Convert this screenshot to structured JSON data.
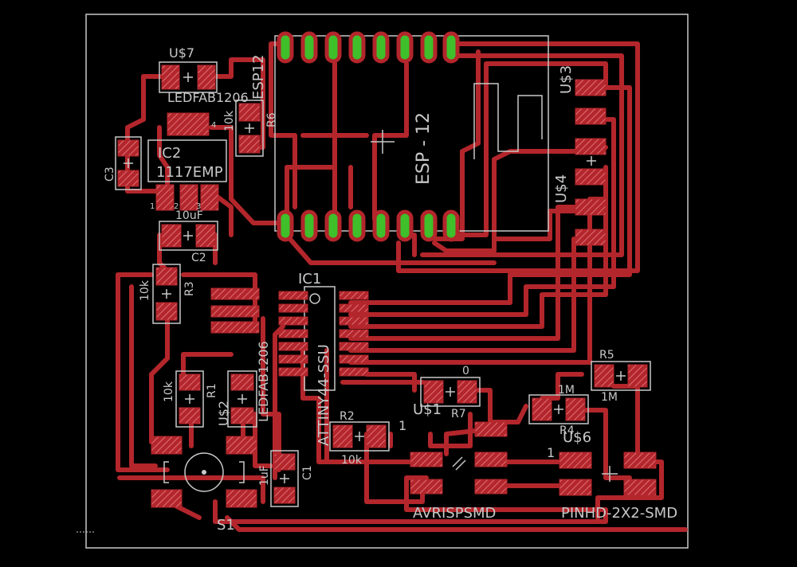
{
  "board": {
    "background_color": "#000000",
    "outline_color": "#c8c8c8",
    "trace_color": "#b3262b",
    "pad_color": "#c0393f",
    "thru_hole_color": "#3fbf2a",
    "silkscreen_color": "#c8c8c8"
  },
  "labels": {
    "ic2_name": "IC2",
    "ic2_value": "1117EMP",
    "ic1_name": "IC1",
    "ic1_value": "ATTINY44-SSU",
    "esp_label": "ESP - 12",
    "ledfab_top": "LEDFAB1206",
    "ledfab_mid": "LEDFAB1206",
    "u7": "U$7",
    "u3": "U$3",
    "u4": "U$4",
    "u1": "U$1",
    "u2": "U$2",
    "u6": "U$6",
    "esp12_partial": "ESP12",
    "r1": "R1",
    "r2": "R2",
    "r3": "R3",
    "r4": "R4",
    "r5": "R5",
    "r6": "R6",
    "r7": "R7",
    "c1": "C1",
    "c2": "C2",
    "c3": "C3",
    "s1": "S1",
    "v10k_r6": "10k",
    "v10k_r3": "10k",
    "v10k_r1": "10k",
    "v10k_r2": "10k",
    "v10uf": "10uF",
    "v1uf": "1uF",
    "v1m_r4": "1M",
    "v1m_r5": "1M",
    "v0_r7": "0",
    "one_u1": "1",
    "one_u6": "1",
    "avrisp": "AVRISPSMD",
    "pinhd": "PINHD-2X2-SMD",
    "ic2_pin1": "1",
    "ic2_pin2": "2",
    "ic2_pin3": "3",
    "ic2_pin4": "4"
  }
}
